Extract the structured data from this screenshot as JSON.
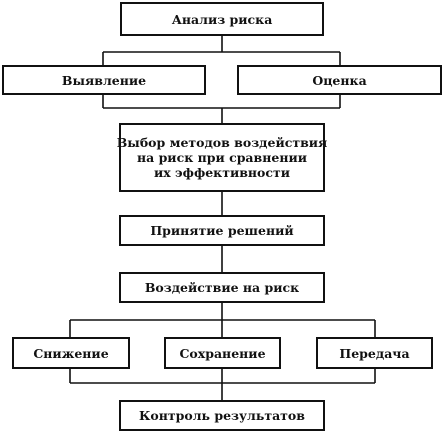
{
  "diagram": {
    "root": "Анализ риска",
    "identify": "Выявление",
    "assess": "Оценка",
    "select_methods": {
      "line1": "Выбор методов воздействия",
      "line2": "на риск при сравнении",
      "line3": "их эффективности"
    },
    "decision": "Принятие решений",
    "impact": "Воздействие на риск",
    "reduce": "Снижение",
    "retain": "Сохранение",
    "transfer": "Передача",
    "control": "Контроль результатов"
  }
}
